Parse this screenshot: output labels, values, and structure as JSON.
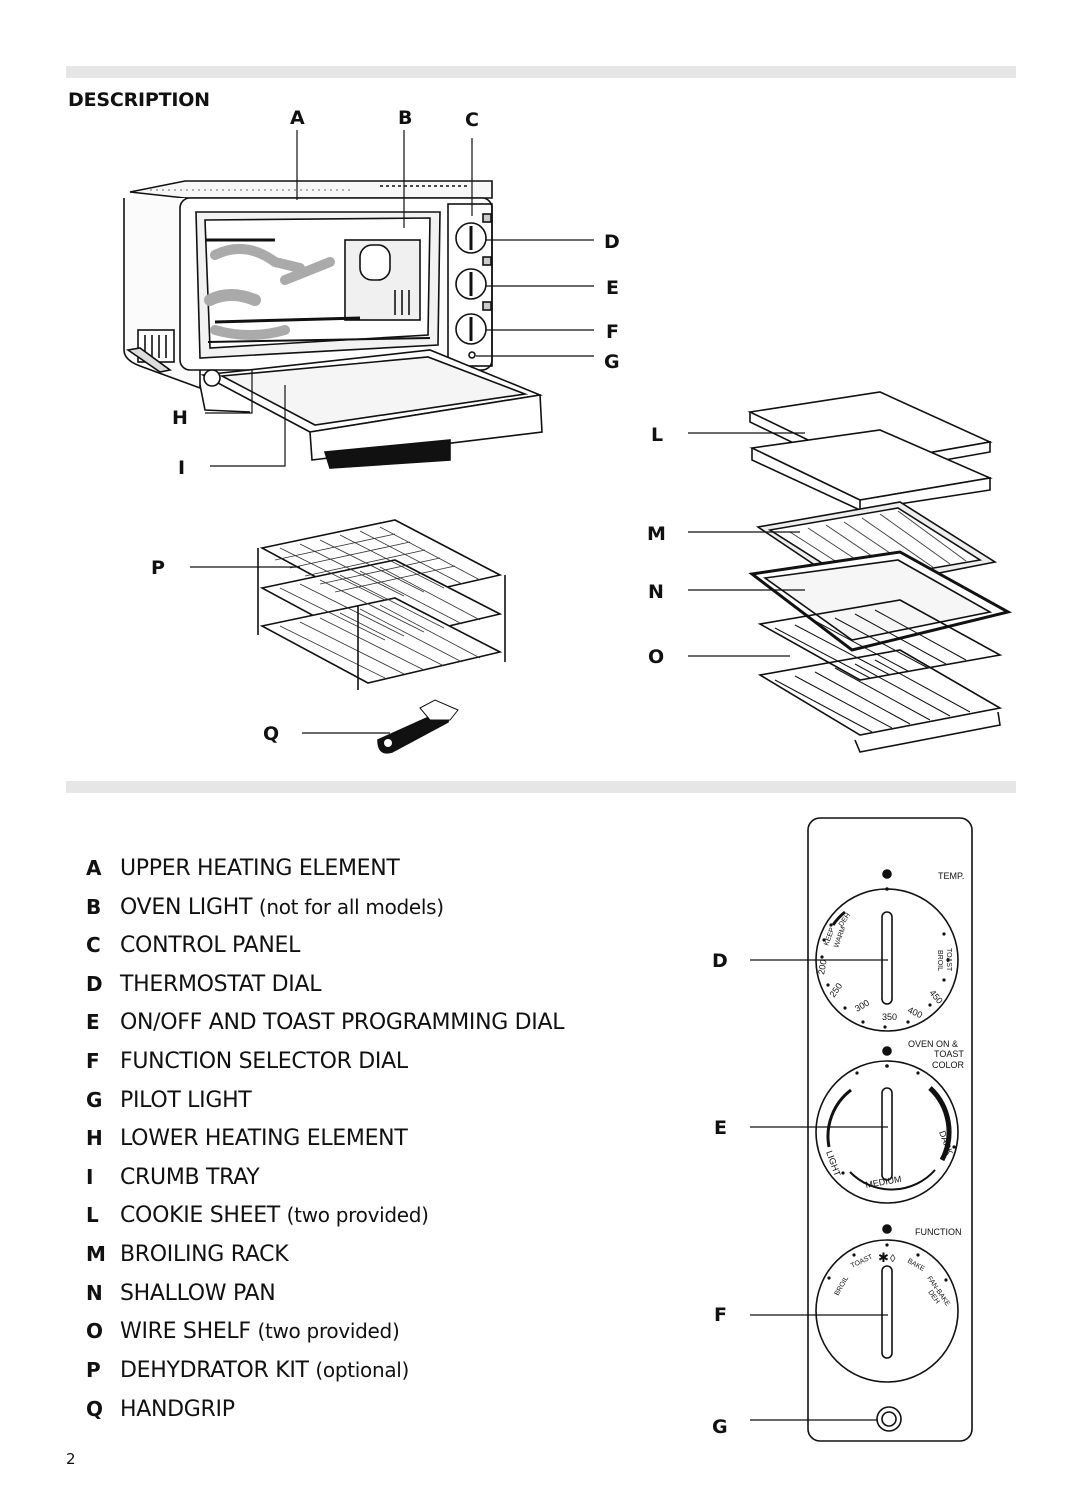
{
  "header": {
    "title": "DESCRIPTION"
  },
  "callouts": {
    "A": "A",
    "B": "B",
    "C": "C",
    "D": "D",
    "E": "E",
    "F": "F",
    "G": "G",
    "H": "H",
    "I": "I",
    "L": "L",
    "M": "M",
    "N": "N",
    "O": "O",
    "P": "P",
    "Q": "Q"
  },
  "legend": [
    {
      "key": "A",
      "label": "UPPER HEATING ELEMENT",
      "note": ""
    },
    {
      "key": "B",
      "label": "OVEN LIGHT",
      "note": "(not for all models)"
    },
    {
      "key": "C",
      "label": "CONTROL PANEL",
      "note": ""
    },
    {
      "key": "D",
      "label": "THERMOSTAT DIAL",
      "note": ""
    },
    {
      "key": "E",
      "label": "ON/OFF AND TOAST PROGRAMMING DIAL",
      "note": ""
    },
    {
      "key": "F",
      "label": "FUNCTION SELECTOR DIAL",
      "note": ""
    },
    {
      "key": "G",
      "label": "PILOT LIGHT",
      "note": ""
    },
    {
      "key": "H",
      "label": "LOWER HEATING ELEMENT",
      "note": ""
    },
    {
      "key": "I",
      "label": "CRUMB TRAY",
      "note": ""
    },
    {
      "key": "L",
      "label": "COOKIE SHEET",
      "note": "(two provided)"
    },
    {
      "key": "M",
      "label": "BROILING RACK",
      "note": ""
    },
    {
      "key": "N",
      "label": "SHALLOW PAN",
      "note": ""
    },
    {
      "key": "O",
      "label": "WIRE SHELF",
      "note": "(two provided)"
    },
    {
      "key": "P",
      "label": "DEHYDRATOR KIT",
      "note": "(optional)"
    },
    {
      "key": "Q",
      "label": "HANDGRIP",
      "note": ""
    }
  ],
  "control_panel": {
    "temp_label": "TEMP.",
    "temp_marks": [
      "DEH",
      "KEEP",
      "WARM",
      "200",
      "250",
      "300",
      "350",
      "400",
      "450",
      "TOAST",
      "BROIL"
    ],
    "oven_on_label_1": "OVEN ON &",
    "oven_on_label_2": "TOAST",
    "oven_on_label_3": "COLOR",
    "toast_marks": [
      "LIGHT",
      "MEDIUM",
      "DARK"
    ],
    "function_label": "FUNCTION",
    "function_marks": [
      "BROIL",
      "TOAST",
      "BAKE",
      "FAN-BAKE",
      "DEH"
    ],
    "callouts": {
      "D": "D",
      "E": "E",
      "F": "F",
      "G": "G"
    }
  },
  "page_number": "2"
}
